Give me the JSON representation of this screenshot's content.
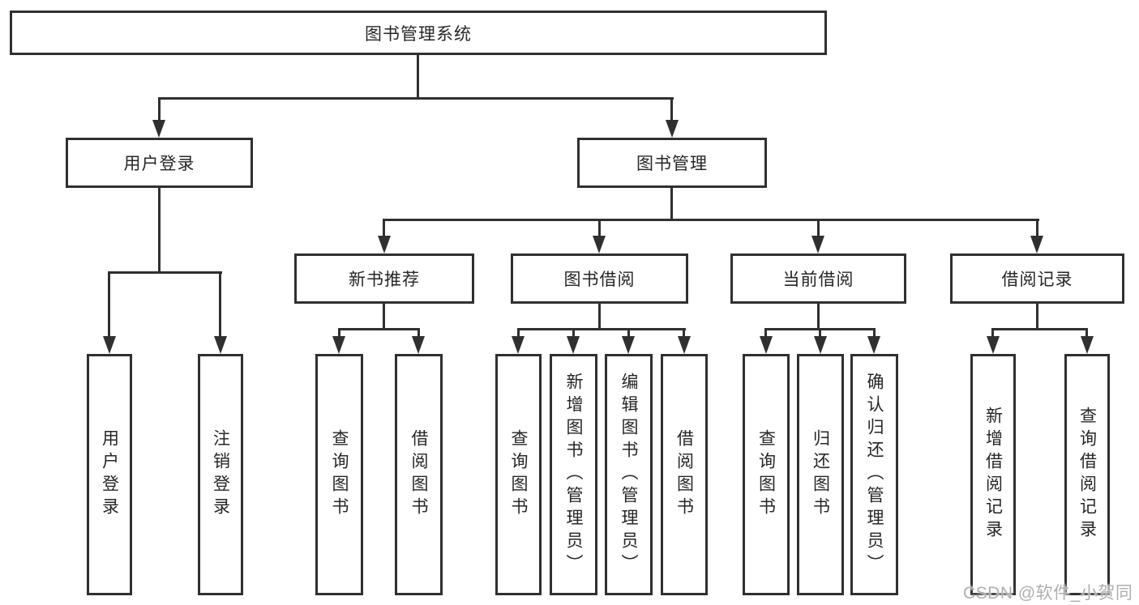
{
  "theme": {
    "line_color": "#303030",
    "text_color": "#262626",
    "background": "#ffffff",
    "watermark_color": "#b0aeae"
  },
  "diagram_type": "hierarchy-tree",
  "watermark": "CSDN @软件_小贺同学",
  "nodes": {
    "root": {
      "label": "图书管理系统"
    },
    "user_login": {
      "label": "用户登录"
    },
    "book_mgmt": {
      "label": "图书管理"
    },
    "login": {
      "label": "用户登录"
    },
    "logout": {
      "label": "注销登录"
    },
    "new_book_rec": {
      "label": "新书推荐"
    },
    "book_borrow": {
      "label": "图书借阅"
    },
    "current_borrow": {
      "label": "当前借阅"
    },
    "borrow_record": {
      "label": "借阅记录"
    },
    "nbr_query": {
      "label": "查询图书"
    },
    "nbr_borrow": {
      "label": "借阅图书"
    },
    "bb_query": {
      "label": "查询图书"
    },
    "bb_add": {
      "label": "新增图书（管理员）"
    },
    "bb_edit": {
      "label": "编辑图书（管理员）"
    },
    "bb_borrow": {
      "label": "借阅图书"
    },
    "cb_query": {
      "label": "查询图书"
    },
    "cb_return": {
      "label": "归还图书"
    },
    "cb_confirm": {
      "label": "确认归还（管理员）"
    },
    "br_add": {
      "label": "新增借阅记录"
    },
    "br_query": {
      "label": "查询借阅记录"
    }
  },
  "hierarchy": {
    "root": [
      "user_login",
      "book_mgmt"
    ],
    "user_login": [
      "login",
      "logout"
    ],
    "book_mgmt": [
      "new_book_rec",
      "book_borrow",
      "current_borrow",
      "borrow_record"
    ],
    "new_book_rec": [
      "nbr_query",
      "nbr_borrow"
    ],
    "book_borrow": [
      "bb_query",
      "bb_add",
      "bb_edit",
      "bb_borrow"
    ],
    "current_borrow": [
      "cb_query",
      "cb_return",
      "cb_confirm"
    ],
    "borrow_record": [
      "br_add",
      "br_query"
    ]
  }
}
